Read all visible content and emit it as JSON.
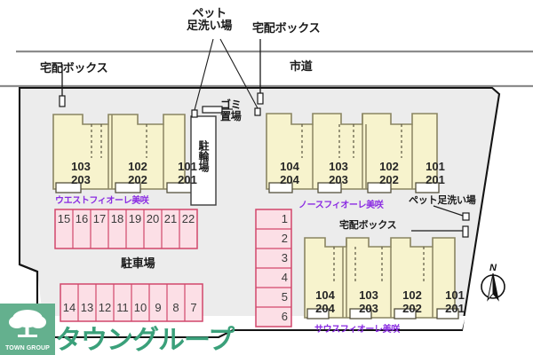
{
  "site": {
    "road_label": "市道",
    "parking_area_label": "駐車場",
    "bicycle_parking_label": "駐輪場",
    "trash_label": "ゴミ\n置場",
    "compass_label": "N"
  },
  "annotations": {
    "top_left_delivery": "宅配ボックス",
    "top_pet_wash": "ペット\n足洗い場",
    "top_right_delivery": "宅配ボックス",
    "right_pet_wash": "ペット足洗い場",
    "right_delivery": "宅配ボックス"
  },
  "buildings": [
    {
      "id": "west",
      "name": "ウエストフィオーレ美咲",
      "units": [
        "103\n203",
        "102\n202",
        "101\n201"
      ]
    },
    {
      "id": "north",
      "name": "ノースフィオーレ美咲",
      "units": [
        "104\n204",
        "103\n203",
        "102\n202",
        "101\n201"
      ]
    },
    {
      "id": "south",
      "name": "サウスフィオーレ美咲",
      "units": [
        "104\n204",
        "103\n203",
        "102\n202",
        "101\n201"
      ]
    }
  ],
  "parking": {
    "upper_row": [
      "15",
      "16",
      "17",
      "18",
      "19",
      "20",
      "21",
      "22"
    ],
    "lower_row": [
      "14",
      "13",
      "12",
      "11",
      "10",
      "9",
      "8",
      "7"
    ],
    "center_column": [
      "1",
      "2",
      "3",
      "4",
      "5",
      "6"
    ]
  },
  "branding": {
    "logo_caption": "TOWN GROUP",
    "wordmark": "タウングループ"
  },
  "colors": {
    "building_fill": "#f7f3cd",
    "building_stroke": "#8a8562",
    "parking_fill": "#fcdfe6",
    "parking_stroke": "#d1476b",
    "site_fill": "#ececec",
    "site_stroke": "#141414",
    "road_line": "#8c8c8c",
    "name_text": "#8a2be2",
    "brand_green": "#3aa07a"
  }
}
